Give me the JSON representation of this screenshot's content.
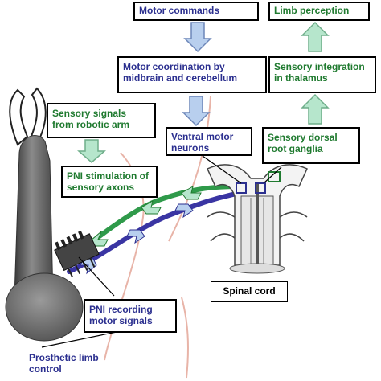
{
  "labels": {
    "motor_commands": "Motor commands",
    "limb_perception": "Limb perception",
    "motor_coordination": "Motor coordination by midbrain and cerebellum",
    "sensory_integration": "Sensory integration in thalamus",
    "sensory_signals": "Sensory signals from robotic arm",
    "ventral_motor_neurons": "Ventral motor neurons",
    "sensory_dorsal_root_ganglia": "Sensory dorsal root ganglia",
    "pni_stimulation": "PNI stimulation of sensory axons",
    "spinal_cord": "Spinal cord",
    "pni_recording": "PNI recording motor signals",
    "prosthetic_control": "Prosthetic limb control"
  },
  "colors": {
    "motor_text": "#2b2f8f",
    "sensory_text": "#1f7a2f",
    "motor_axon": "#3a35a3",
    "sensory_axon": "#2f9a4a",
    "down_arrow_fill": "#b8cfee",
    "up_arrow_fill": "#b6e6cc",
    "body_outline": "#e8b4a8"
  }
}
